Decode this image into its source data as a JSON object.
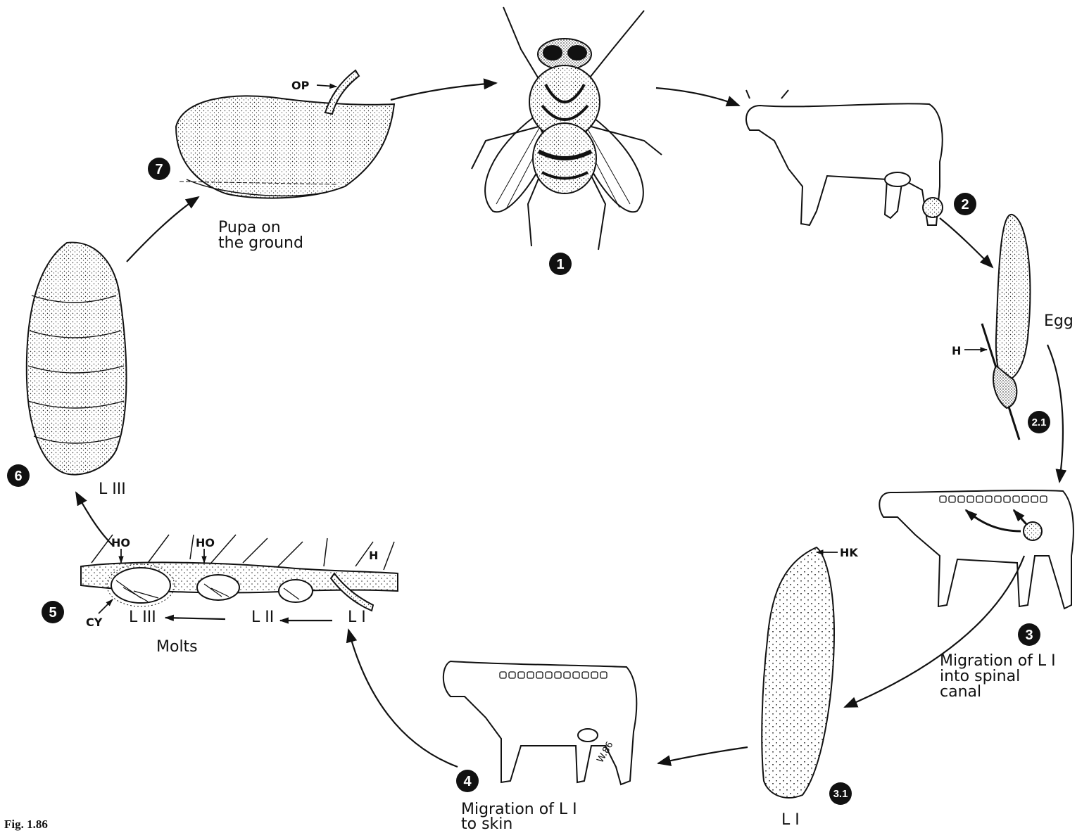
{
  "figure_label": "Fig. 1.86",
  "steps": {
    "s1": "1",
    "s2": "2",
    "s2_1": "2.1",
    "s3": "3",
    "s3_1": "3.1",
    "s4": "4",
    "s5": "5",
    "s6": "6",
    "s7": "7"
  },
  "labels": {
    "pupa_line1": "Pupa on",
    "pupa_line2": "the ground",
    "op": "OP",
    "egg": "Egg",
    "h_egg": "H",
    "hk": "HK",
    "l1_bottom": "L I",
    "migration_spinal_line1": "Migration of L I",
    "migration_spinal_line2": "into spinal",
    "migration_spinal_line3": "canal",
    "migration_skin_line1": "Migration of L I",
    "migration_skin_line2": "to skin",
    "molts": "Molts",
    "ho_left": "HO",
    "ho_mid": "HO",
    "h_skin": "H",
    "cy": "CY",
    "l3_skin": "L III",
    "l2_skin": "L II",
    "l1_skin": "L I",
    "l3_larva": "L III",
    "signature": "W.86"
  }
}
